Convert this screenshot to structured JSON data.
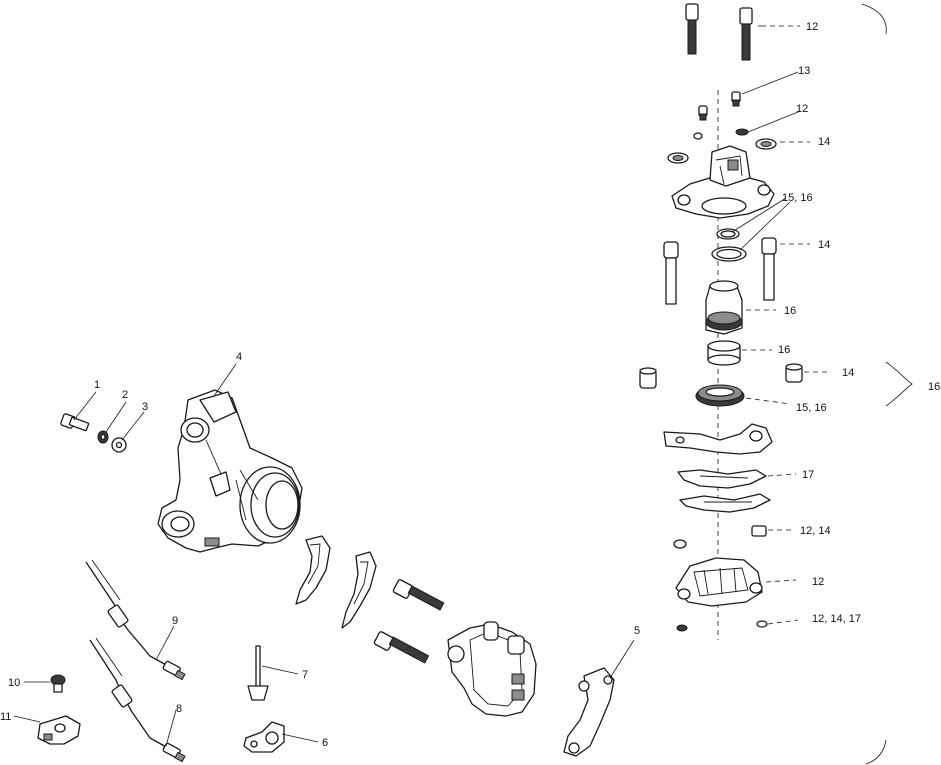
{
  "callouts": {
    "c1": "1",
    "c2": "2",
    "c3": "3",
    "c4": "4",
    "c5": "5",
    "c6": "6",
    "c7": "7",
    "c8": "8",
    "c9": "9",
    "c10": "10",
    "c11": "11",
    "c12a": "12",
    "c13": "13",
    "c12b": "12",
    "c14a": "14",
    "c1516a": "15, 16",
    "c14b": "14",
    "c16a": "16",
    "c16b": "16",
    "c14c": "14",
    "c16group": "16",
    "c1516b": "15, 16",
    "c17": "17",
    "c1214": "12, 14",
    "c12c": "12",
    "c121417": "12, 14, 17"
  }
}
